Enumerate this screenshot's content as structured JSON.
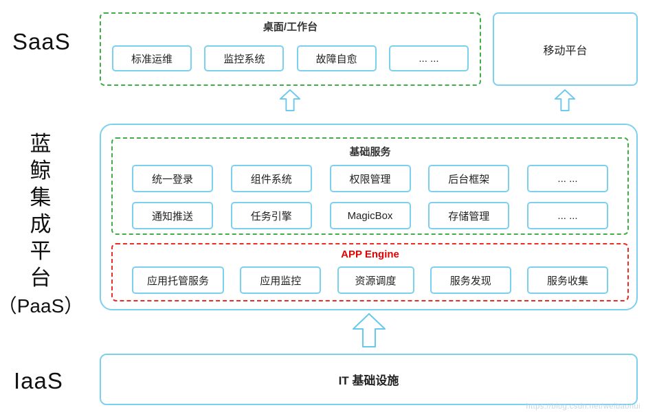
{
  "left_labels": {
    "saas": "SaaS",
    "paas_chars": [
      "蓝",
      "鲸",
      "集",
      "成",
      "平",
      "台"
    ],
    "paas_suffix": "（PaaS）",
    "iaas": "IaaS"
  },
  "top": {
    "desktop_group": {
      "title": "桌面/工作台",
      "items": [
        "标准运维",
        "监控系统",
        "故障自愈",
        "... ..."
      ]
    },
    "mobile_platform": "移动平台"
  },
  "middle": {
    "base_services": {
      "title": "基础服务",
      "row1": [
        "统一登录",
        "组件系统",
        "权限管理",
        "后台框架",
        "... ..."
      ],
      "row2": [
        "通知推送",
        "任务引擎",
        "MagicBox",
        "存储管理",
        "... ..."
      ]
    },
    "app_engine": {
      "title": "APP Engine",
      "items": [
        "应用托管服务",
        "应用监控",
        "资源调度",
        "服务发现",
        "服务收集"
      ]
    }
  },
  "bottom": {
    "iaas_box": "IT 基础设施"
  },
  "watermark": "https://blog.csdn.net/weibaohui",
  "colors": {
    "box_border_blue": "#7bd0f0",
    "group_green": "#3fae49",
    "group_red": "#ec2b24",
    "app_engine_title": "#e60000",
    "text": "#222222"
  }
}
